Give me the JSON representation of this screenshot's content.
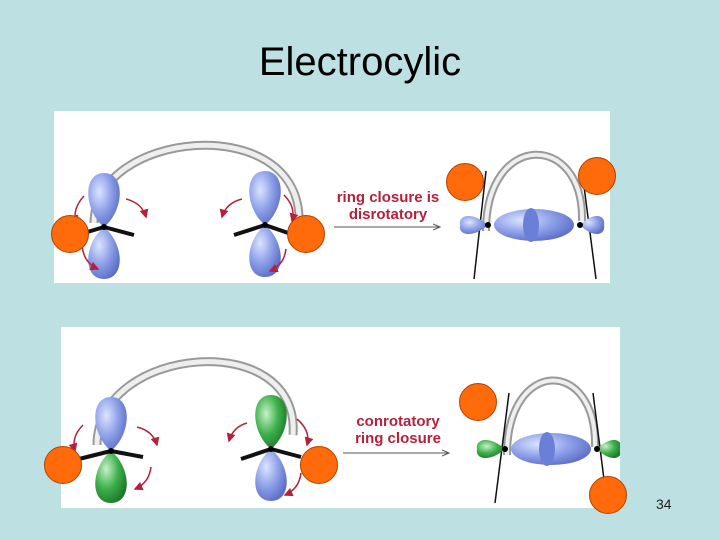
{
  "title": "Electrocylic",
  "page_number": "34",
  "diagrams": {
    "top": {
      "label": "ring closure is disrotatory"
    },
    "bottom": {
      "label": "conrotatory ring closure"
    }
  },
  "colors": {
    "background": "#bde0e2",
    "label_text": "#b5203c",
    "lobe_blue": "#8da0e8",
    "lobe_green": "#3cb04a",
    "marker_orange": "#ff6a0a"
  }
}
